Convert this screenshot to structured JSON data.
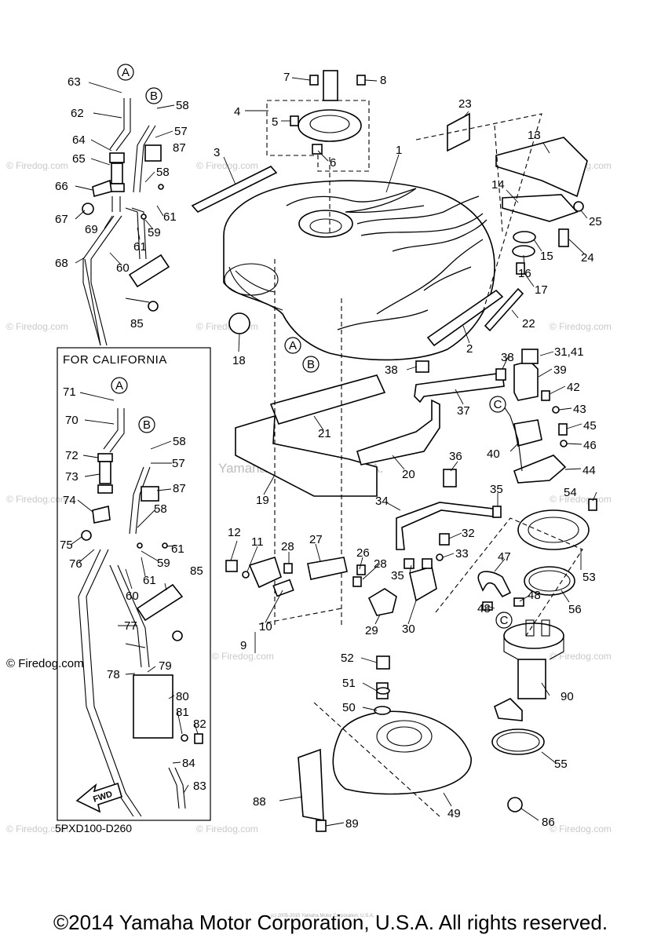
{
  "caption": {
    "box_title": "FOR CALIFORNIA",
    "diagram_code": "5PXD100-D260",
    "fwd_label": "FWD",
    "watermark_center": "Yamaha Motor Corp, U.S.A.",
    "watermark_tile": "© Firedog.com",
    "watermark_left": "© Firedog.com",
    "footer_small": "(c) 2005-2015 Yamaha Motor Corporation, U.S.A.",
    "copyright": "©2014 Yamaha Motor Corporation, U.S.A. All rights reserved."
  },
  "circle_labels": [
    "A",
    "B",
    "A",
    "B",
    "A",
    "B",
    "C",
    "C"
  ],
  "callouts": [
    "1",
    "2",
    "3",
    "4",
    "5",
    "6",
    "7",
    "8",
    "9",
    "10",
    "11",
    "12",
    "13",
    "14",
    "15",
    "16",
    "17",
    "18",
    "19",
    "20",
    "21",
    "22",
    "23",
    "24",
    "25",
    "26",
    "27",
    "28",
    "28",
    "29",
    "30",
    "31,41",
    "32",
    "33",
    "34",
    "35",
    "35",
    "36",
    "37",
    "38",
    "38",
    "39",
    "40",
    "42",
    "43",
    "44",
    "45",
    "46",
    "47",
    "48",
    "48",
    "49",
    "50",
    "51",
    "52",
    "53",
    "54",
    "55",
    "56",
    "57",
    "58",
    "58",
    "59",
    "60",
    "61",
    "61",
    "62",
    "63",
    "64",
    "65",
    "66",
    "67",
    "68",
    "69",
    "70",
    "71",
    "72",
    "73",
    "74",
    "75",
    "76",
    "77",
    "78",
    "79",
    "80",
    "81",
    "82",
    "83",
    "84",
    "85",
    "85",
    "86",
    "87",
    "87",
    "88",
    "89",
    "90",
    "57",
    "58",
    "58",
    "59",
    "60",
    "61",
    "61"
  ]
}
